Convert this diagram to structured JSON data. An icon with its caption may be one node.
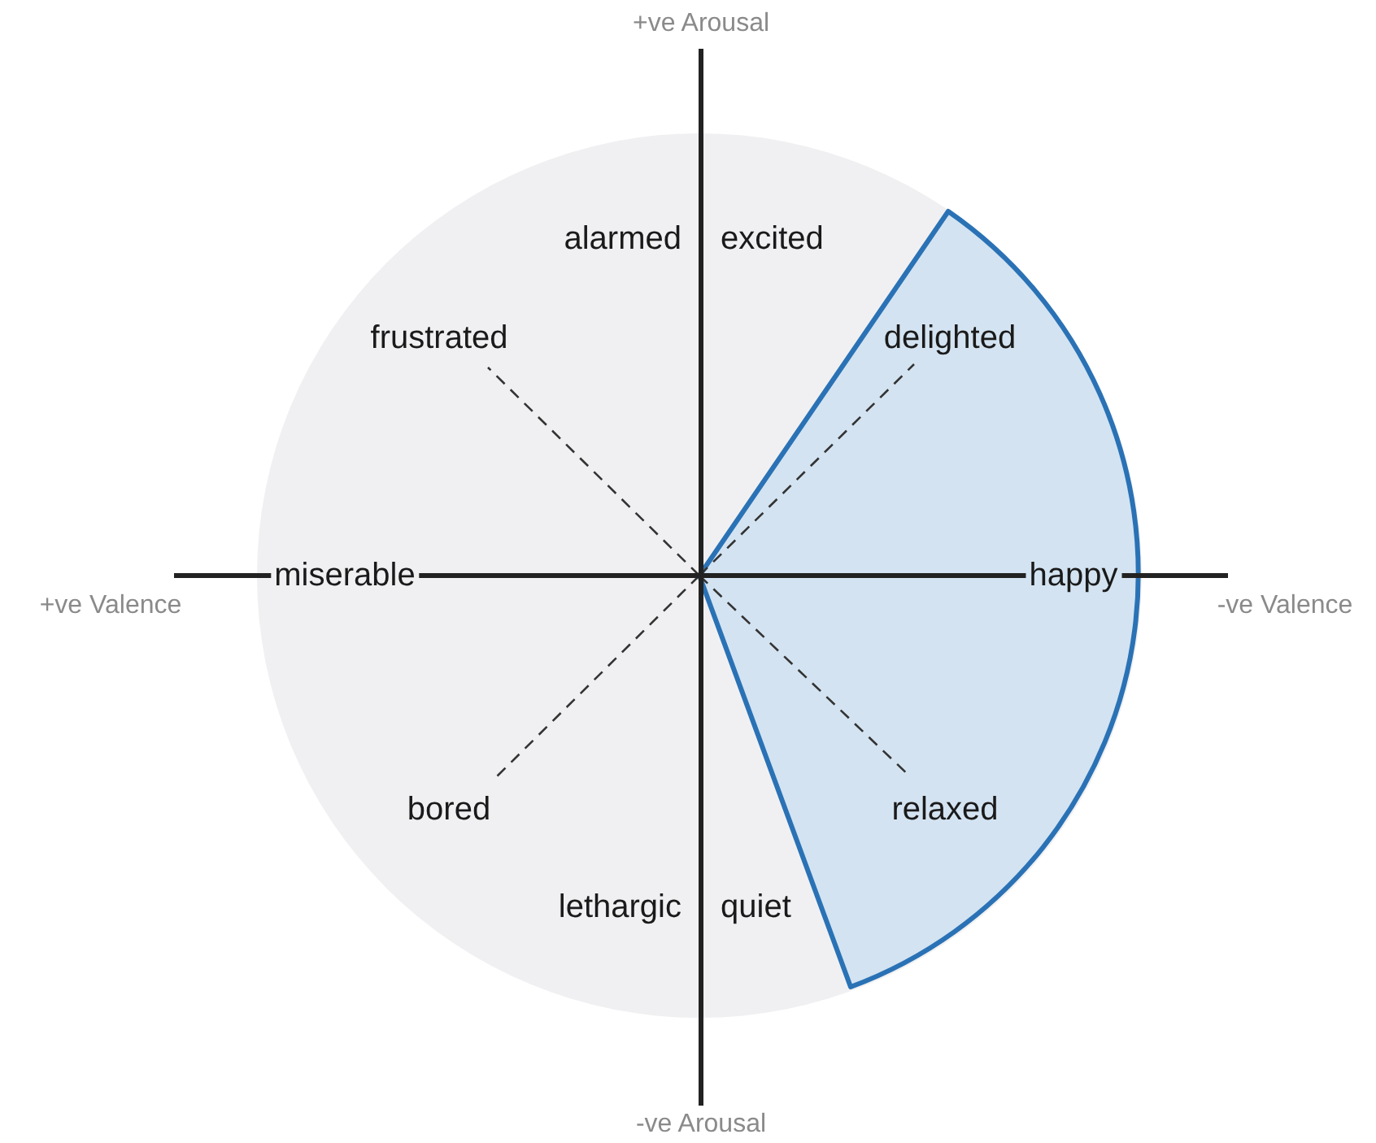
{
  "diagram": {
    "labels": [
      "+ve Arousal",
      "alarmed",
      "excited",
      "frustrated",
      "delighted",
      "+ve Valence",
      "miserable",
      "happy",
      "-ve Valence",
      "bored",
      "relaxed",
      "lethargic",
      "quiet",
      "-ve Arousal"
    ]
  }
}
